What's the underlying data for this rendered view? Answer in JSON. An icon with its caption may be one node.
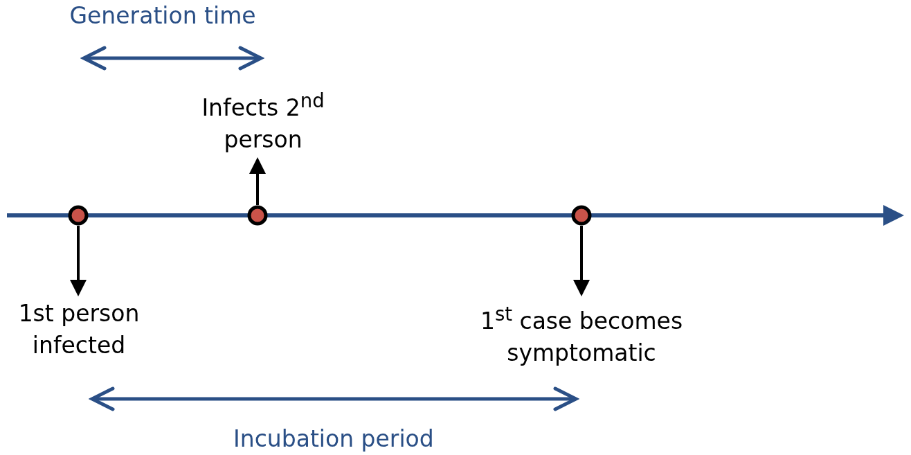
{
  "diagram": {
    "nodes": [
      {
        "text": [
          "Infects 2$^{nd}$ person"
        ]
      },
      {
        "text": [],
        "shape": "circle"
      },
      {
        "text": [],
        "shape": "circle"
      },
      {
        "text": [],
        "shape": "circle"
      },
      {
        "text": [
          "1st person infected"
        ]
      },
      {
        "text": [
          "1$^{st}$ case becomes symptomatic"
        ]
      }
    ],
    "edges": [
      {
        "from": 2,
        "to": 0,
        "arrow": "to"
      },
      {
        "from": 1,
        "to": 4,
        "arrow": "to"
      },
      {
        "from": 3,
        "to": 5,
        "arrow": "to"
      }
    ],
    "labels": [
      "Generation time",
      "Incubation period"
    ]
  }
}
